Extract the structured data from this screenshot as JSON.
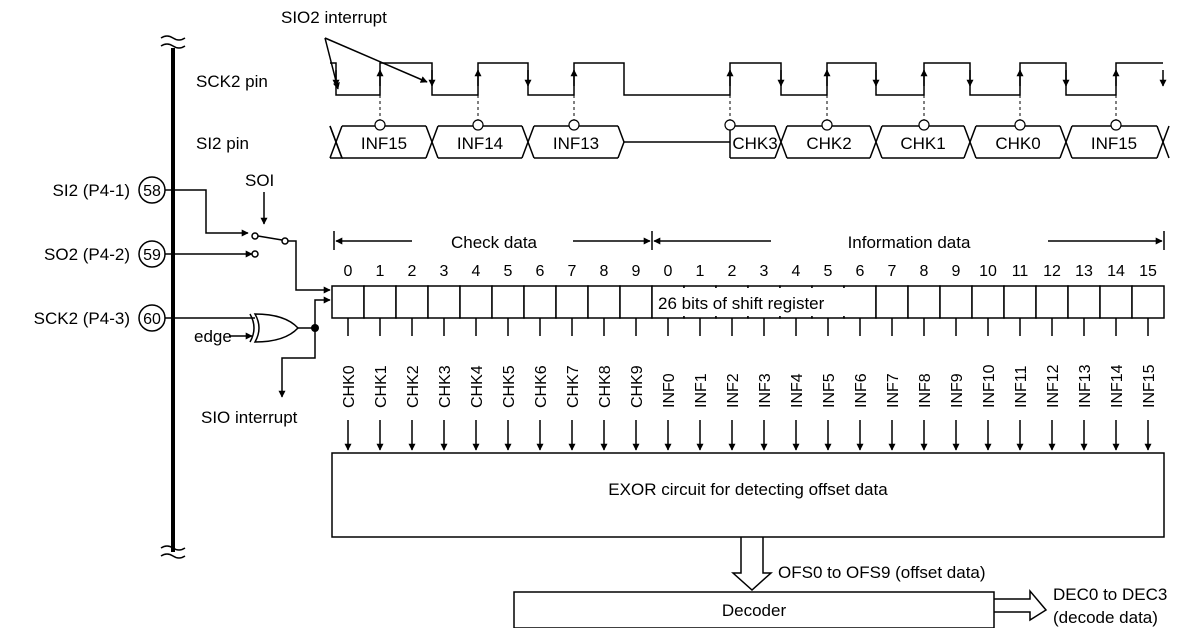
{
  "labels": {
    "sio2_interrupt": "SIO2 interrupt",
    "sck2_pin": "SCK2 pin",
    "si2_pin": "SI2 pin",
    "soi": "SOI",
    "edge": "edge",
    "sio_interrupt": "SIO interrupt",
    "check_data": "Check data",
    "information_data": "Information data",
    "shift_register": "26 bits of shift register",
    "exor_circuit": "EXOR circuit for detecting offset data",
    "offset_data": "OFS0 to OFS9 (offset data)",
    "decoder": "Decoder",
    "decode_data_line1": "DEC0 to DEC3",
    "decode_data_line2": "(decode data)"
  },
  "pins": [
    {
      "name": "SI2 (P4-1)",
      "number": "58"
    },
    {
      "name": "SO2 (P4-2)",
      "number": "59"
    },
    {
      "name": "SCK2 (P4-3)",
      "number": "60"
    }
  ],
  "si2_bits": [
    "INF15",
    "INF14",
    "INF13",
    "CHK3",
    "CHK2",
    "CHK1",
    "CHK0",
    "INF15"
  ],
  "bit_numbers": [
    "0",
    "1",
    "2",
    "3",
    "4",
    "5",
    "6",
    "7",
    "8",
    "9",
    "0",
    "1",
    "2",
    "3",
    "4",
    "5",
    "6",
    "7",
    "8",
    "9",
    "10",
    "11",
    "12",
    "13",
    "14",
    "15"
  ],
  "register_outputs": [
    "CHK0",
    "CHK1",
    "CHK2",
    "CHK3",
    "CHK4",
    "CHK5",
    "CHK6",
    "CHK7",
    "CHK8",
    "CHK9",
    "INF0",
    "INF1",
    "INF2",
    "INF3",
    "INF4",
    "INF5",
    "INF6",
    "INF7",
    "INF8",
    "INF9",
    "INF10",
    "INF11",
    "INF12",
    "INF13",
    "INF14",
    "INF15"
  ]
}
